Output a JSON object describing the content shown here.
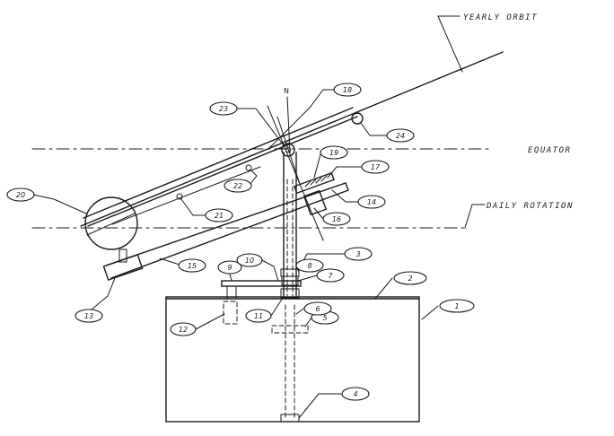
{
  "labels": {
    "yearly_orbit": "YEARLY ORBIT",
    "equator": "EQUATOR",
    "daily_rotation": "DAILY ROTATION",
    "north": "N"
  },
  "parts": [
    "1",
    "2",
    "3",
    "4",
    "5",
    "6",
    "7",
    "8",
    "9",
    "10",
    "11",
    "12",
    "13",
    "14",
    "15",
    "16",
    "17",
    "18",
    "19",
    "20",
    "21",
    "22",
    "23",
    "24"
  ]
}
